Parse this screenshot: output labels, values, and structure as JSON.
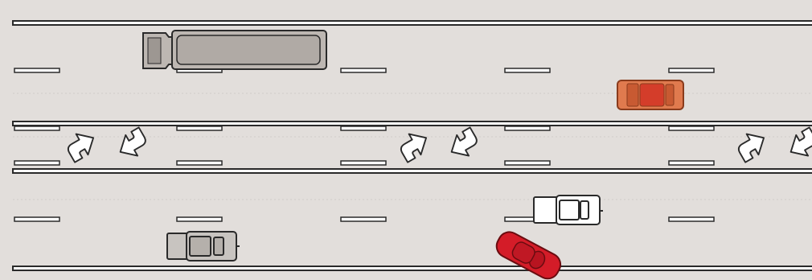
{
  "scene": {
    "kind": "top-down highway traffic scene",
    "road_color": "#e2dedb",
    "line_color": "#2a2a2a",
    "marking_color": "#ffffff",
    "westbound_lanes": 2,
    "eastbound_lanes": 2,
    "has_center_turn_lane": true
  },
  "turn_arrows": [
    {
      "name": "left-turn-arrow-up-right",
      "icon": "curved-arrow-up-right"
    },
    {
      "name": "left-turn-arrow-down-left",
      "icon": "curved-arrow-down-left"
    },
    {
      "name": "left-turn-arrow-up-right",
      "icon": "curved-arrow-up-right"
    },
    {
      "name": "left-turn-arrow-down-left",
      "icon": "curved-arrow-down-left"
    },
    {
      "name": "left-turn-arrow-up-right",
      "icon": "curved-arrow-up-right"
    },
    {
      "name": "left-turn-arrow-down-left",
      "icon": "curved-arrow-down-left"
    }
  ],
  "vehicles": [
    {
      "name": "semi-truck",
      "kind": "truck",
      "color": "#bdb7b2",
      "heading": "west"
    },
    {
      "name": "orange-car",
      "kind": "car",
      "color": "#e07a4e",
      "accent": "#d43d2a",
      "heading": "west"
    },
    {
      "name": "white-pickup",
      "kind": "pickup",
      "color": "#ffffff",
      "heading": "east"
    },
    {
      "name": "gray-pickup",
      "kind": "pickup",
      "color": "#c8c4c0",
      "heading": "east"
    },
    {
      "name": "red-sports-car",
      "kind": "sports-car",
      "color": "#d41c28",
      "heading": "east"
    }
  ]
}
